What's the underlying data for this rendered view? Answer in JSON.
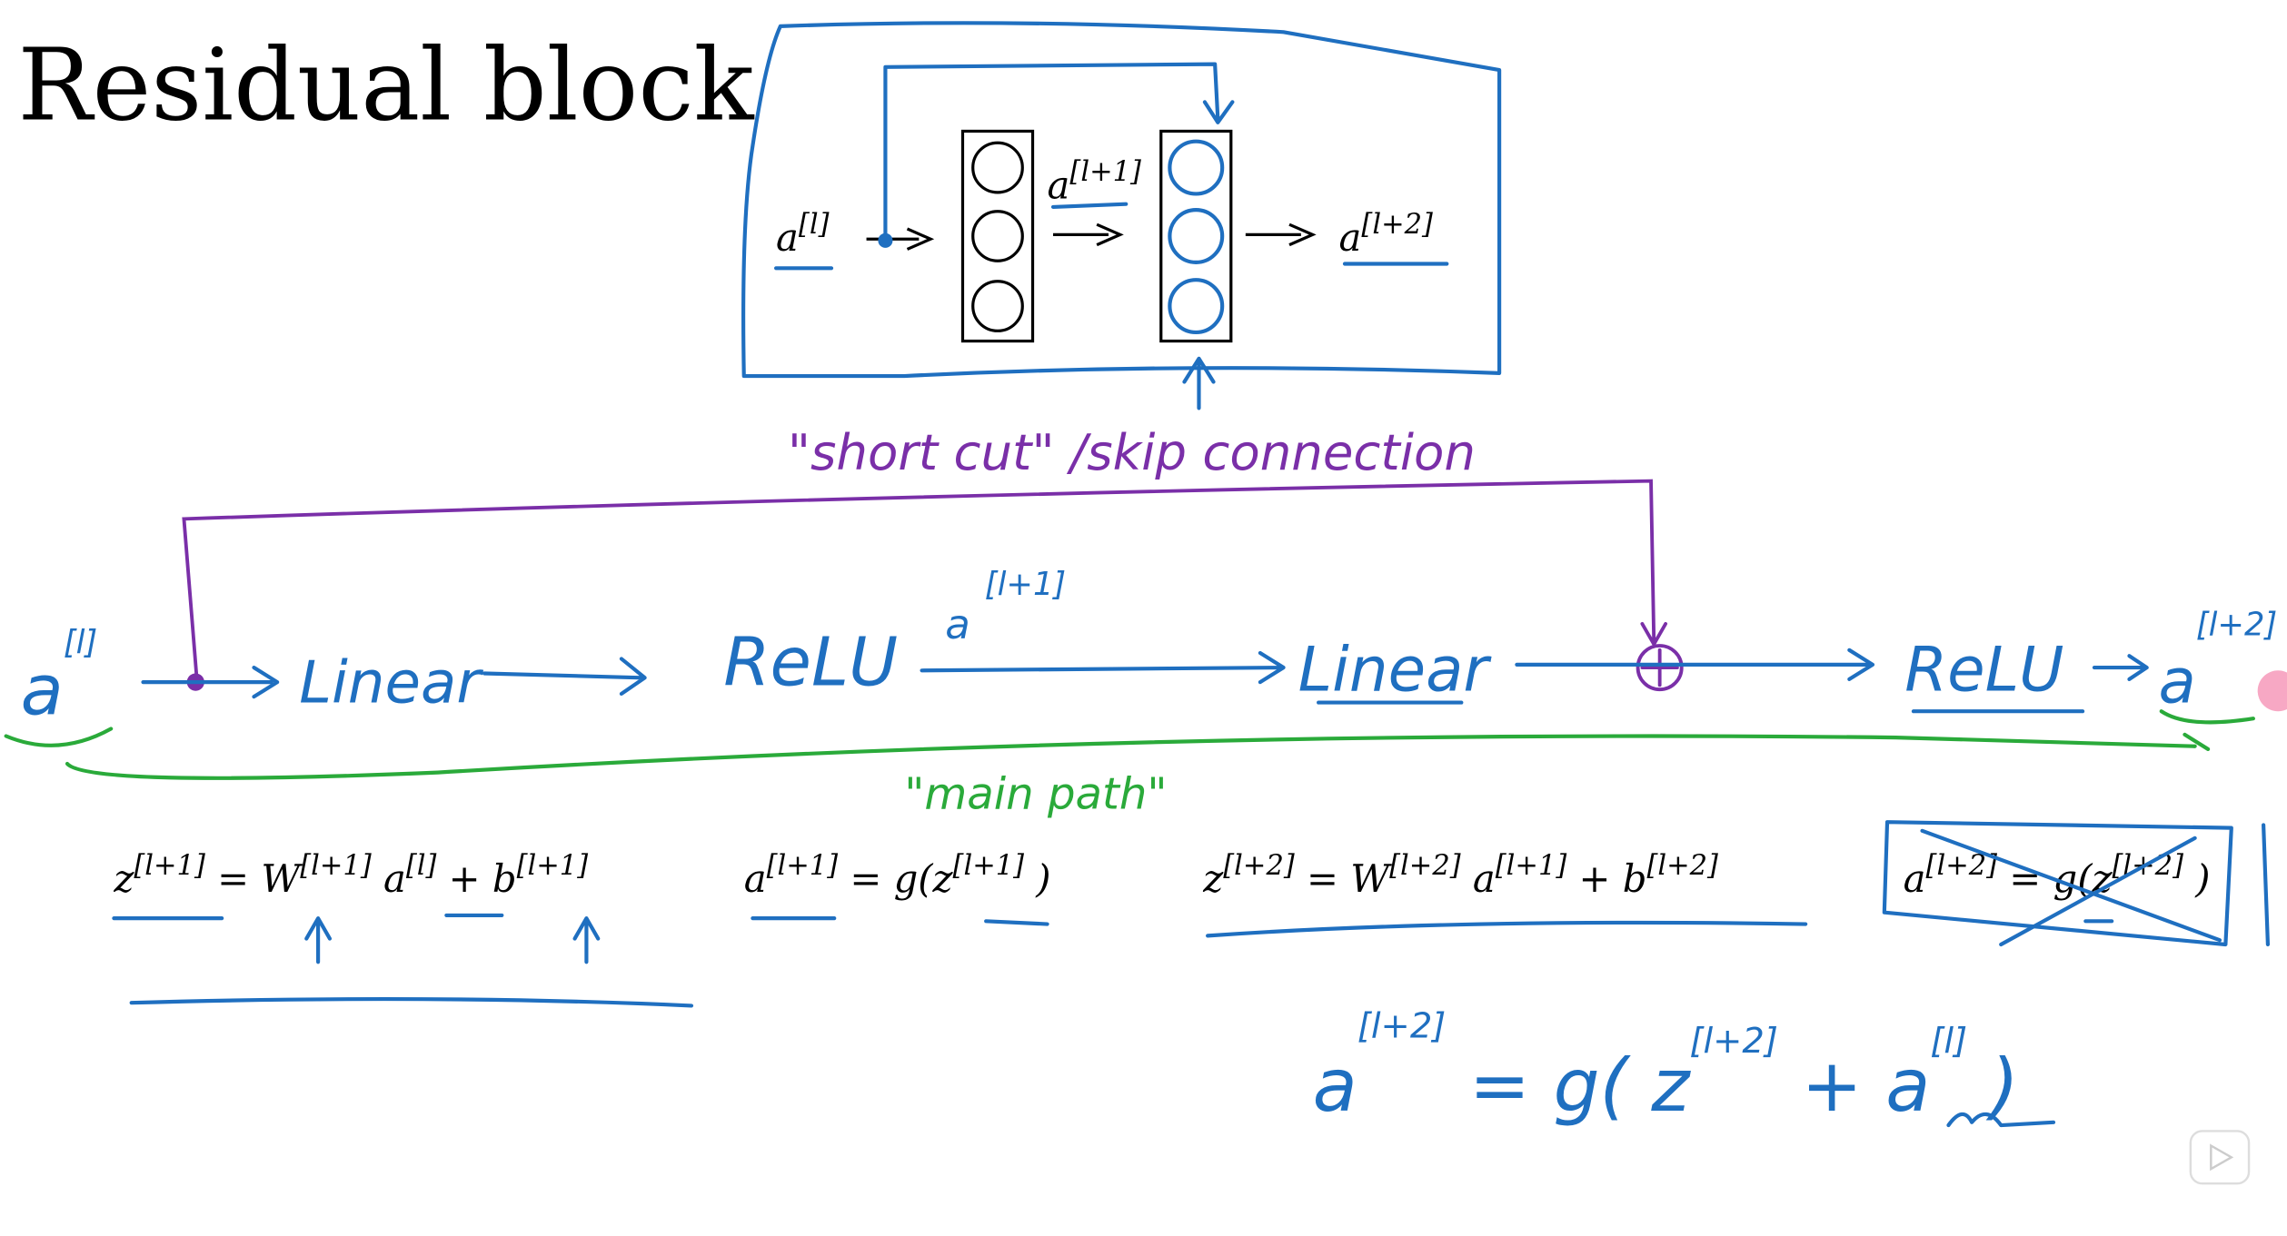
{
  "slide": {
    "title": "Residual block",
    "network_diagram": {
      "input_label": {
        "base": "a",
        "sup": "[l]"
      },
      "hidden_label": {
        "base": "a",
        "sup": "[l+1]"
      },
      "output_label": {
        "base": "a",
        "sup": "[l+2]"
      }
    },
    "annotations": {
      "shortcut": "\"short cut\" /skip connection",
      "main_path": "\"main path\""
    },
    "flow": {
      "input": {
        "base": "a",
        "sup": "[l]"
      },
      "linear1": "Linear",
      "relu1": "ReLU",
      "mid": {
        "base": "a",
        "sup": "[l+1]"
      },
      "linear2": "Linear",
      "relu2": "ReLU",
      "output": {
        "base": "a",
        "sup": "[l+2]"
      }
    },
    "equations": [
      {
        "parts": [
          [
            "z",
            "[l+1]"
          ],
          [
            " = W",
            "[l+1]"
          ],
          [
            " a",
            "[l]"
          ],
          [
            " + b",
            "[l+1]"
          ]
        ]
      },
      {
        "parts": [
          [
            "a",
            "[l+1]"
          ],
          [
            " = g(z",
            "[l+1]"
          ],
          [
            ")",
            ""
          ]
        ]
      },
      {
        "parts": [
          [
            "z",
            "[l+2]"
          ],
          [
            " = W",
            "[l+2]"
          ],
          [
            "a",
            "[l+1]"
          ],
          [
            " + b",
            "[l+2]"
          ]
        ]
      },
      {
        "parts": [
          [
            "a",
            "[l+2]"
          ],
          [
            " = g(z",
            "[l+2]"
          ],
          [
            ")",
            ""
          ]
        ],
        "crossed_out": true
      }
    ],
    "handwritten_equation": {
      "parts": [
        [
          "a",
          "[l+2]"
        ],
        [
          " = g( z",
          "[l+2]"
        ],
        [
          " + a",
          "[l]"
        ],
        [
          " )",
          ""
        ]
      ]
    },
    "colors": {
      "ink_blue": "#1f6fc0",
      "ink_purple": "#7a2fa8",
      "ink_green": "#2aaa3a"
    }
  },
  "player": {
    "icon": "play-icon"
  }
}
